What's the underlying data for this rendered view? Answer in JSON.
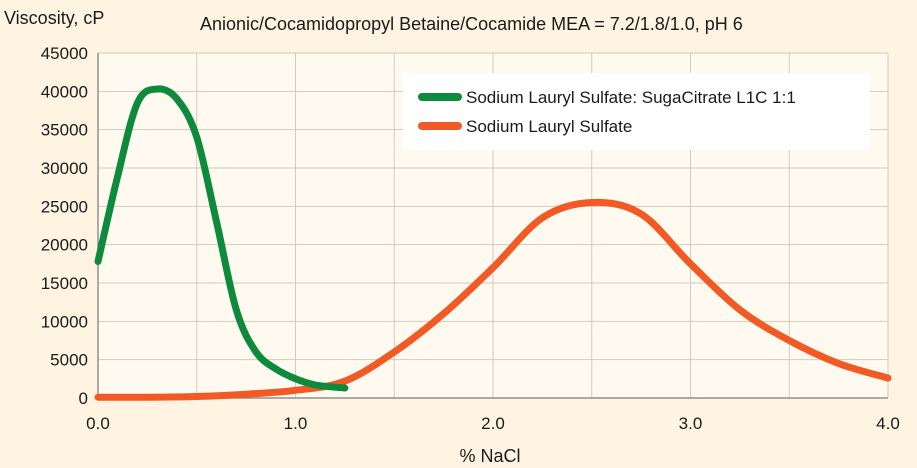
{
  "chart_data": {
    "type": "line",
    "title": "Anionic/Cocamidopropyl Betaine/Cocamide MEA = 7.2/1.8/1.0, pH 6",
    "ylabel": "Viscosity, cP",
    "xlabel": "% NaCl",
    "xlim": [
      0,
      4.0
    ],
    "ylim": [
      0,
      45000
    ],
    "x_ticks": [
      0,
      1,
      2,
      3,
      4
    ],
    "x_tick_labels": [
      "0.0",
      "1.0",
      "2.0",
      "3.0",
      "4.0"
    ],
    "y_ticks": [
      0,
      5000,
      10000,
      15000,
      20000,
      25000,
      30000,
      35000,
      40000,
      45000
    ],
    "y_tick_labels": [
      "0",
      "5000",
      "10000",
      "15000",
      "20000",
      "25000",
      "30000",
      "35000",
      "40000",
      "45000"
    ],
    "grid": true,
    "legend_position": "top-right",
    "series": [
      {
        "name": "Sodium Lauryl Sulfate: SugaCitrate L1C 1:1",
        "color": "#0e8a3c",
        "x": [
          0.0,
          0.1,
          0.2,
          0.3,
          0.4,
          0.5,
          0.6,
          0.7,
          0.8,
          0.9,
          1.0,
          1.1,
          1.25
        ],
        "y": [
          17800,
          29000,
          38500,
          40300,
          39000,
          34000,
          23000,
          11500,
          6000,
          3800,
          2500,
          1700,
          1300
        ]
      },
      {
        "name": "Sodium Lauryl Sulfate",
        "color": "#f15a24",
        "x": [
          0.0,
          0.25,
          0.5,
          0.75,
          1.0,
          1.25,
          1.5,
          1.75,
          2.0,
          2.25,
          2.5,
          2.75,
          3.0,
          3.25,
          3.5,
          3.75,
          4.0
        ],
        "y": [
          100,
          100,
          200,
          500,
          1000,
          2200,
          6000,
          11000,
          17000,
          23500,
          25500,
          24000,
          17500,
          11500,
          7500,
          4500,
          2600
        ]
      }
    ]
  }
}
